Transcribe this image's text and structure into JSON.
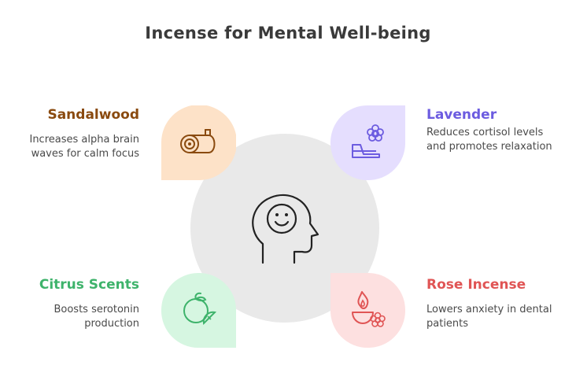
{
  "title": "Incense for Mental Well-being",
  "items": [
    {
      "label": "Sandalwood",
      "description": "Increases alpha brain waves for calm focus",
      "color": "#8a4a0f",
      "fill": "#fde2c8",
      "icon": "log-icon"
    },
    {
      "label": "Lavender",
      "description": "Reduces cortisol levels and promotes relaxation",
      "color": "#6c5ce0",
      "fill": "#e5defe",
      "icon": "flower-diffuser-icon"
    },
    {
      "label": "Citrus Scents",
      "description": "Boosts serotonin production",
      "color": "#3eb36b",
      "fill": "#d6f6e1",
      "icon": "citrus-icon"
    },
    {
      "label": "Rose Incense",
      "description": "Lowers anxiety in dental patients",
      "color": "#e05555",
      "fill": "#fde0e0",
      "icon": "flame-rose-icon"
    }
  ],
  "center_icon": "head-smile-icon"
}
